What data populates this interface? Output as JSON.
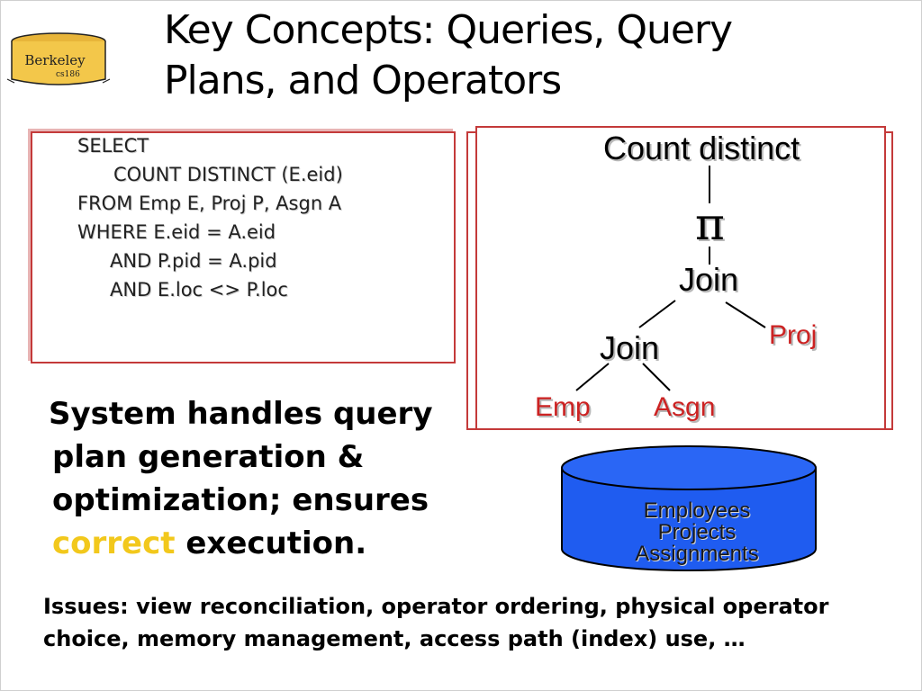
{
  "title": {
    "line1": "Key Concepts: Queries, Query",
    "line2": "Plans, and Operators"
  },
  "logo": {
    "word": "Berkeley",
    "sub": "cs186"
  },
  "sql": {
    "lines": [
      "SELECT",
      "COUNT DISTINCT (E.eid)",
      "FROM Emp E, Proj P, Asgn A",
      "WHERE E.eid = A.eid",
      "AND P.pid = A.pid",
      "AND E.loc <> P.loc"
    ]
  },
  "plan": {
    "root": "Count distinct",
    "projection": "π",
    "join_top": "Join",
    "join_bottom": "Join",
    "leaf_proj": "Proj",
    "leaf_emp": "Emp",
    "leaf_asgn": "Asgn"
  },
  "system_text": {
    "line1": "System handles query",
    "line2": "plan generation &",
    "line3": "optimization; ensures",
    "line4_highlight": "correct",
    "line4_rest": " execution."
  },
  "database": {
    "tables": [
      "Employees",
      "Projects",
      "Assignments"
    ]
  },
  "issues": {
    "line1": "Issues: view reconciliation, operator ordering,  physical operator",
    "line2": "choice, memory management, access path (index) use, …"
  },
  "colors": {
    "box_border": "#c43a3a",
    "leaf_red": "#cc2222",
    "highlight_yellow": "#f2c81c",
    "db_blue": "#1f5cf0"
  }
}
